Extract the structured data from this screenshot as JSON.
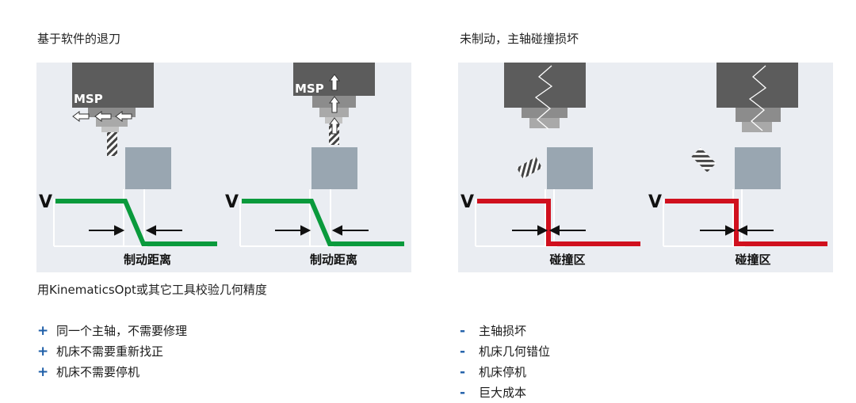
{
  "left": {
    "title": "基于软件的退刀",
    "msp_label": "MSP",
    "v_label": "V",
    "caption1": "制动距离",
    "caption2": "制动距离",
    "subtitle": "用KinematicsOpt或其它工具校验几何精度",
    "benefits": [
      {
        "marker": "+",
        "text": "同一个主轴，不需要修理"
      },
      {
        "marker": "+",
        "text": "机床不需要重新找正"
      },
      {
        "marker": "+",
        "text": "机床不需要停机"
      }
    ],
    "line_color": "#0a9a3c"
  },
  "right": {
    "title": "未制动，主轴碰撞损坏",
    "v_label": "V",
    "caption1": "碰撞区",
    "caption2": "碰撞区",
    "drawbacks": [
      {
        "marker": "-",
        "text": "主轴损坏"
      },
      {
        "marker": "-",
        "text": "机床几何错位"
      },
      {
        "marker": "-",
        "text": "机床停机"
      },
      {
        "marker": "-",
        "text": "巨大成本"
      }
    ],
    "line_color": "#d0101e"
  }
}
